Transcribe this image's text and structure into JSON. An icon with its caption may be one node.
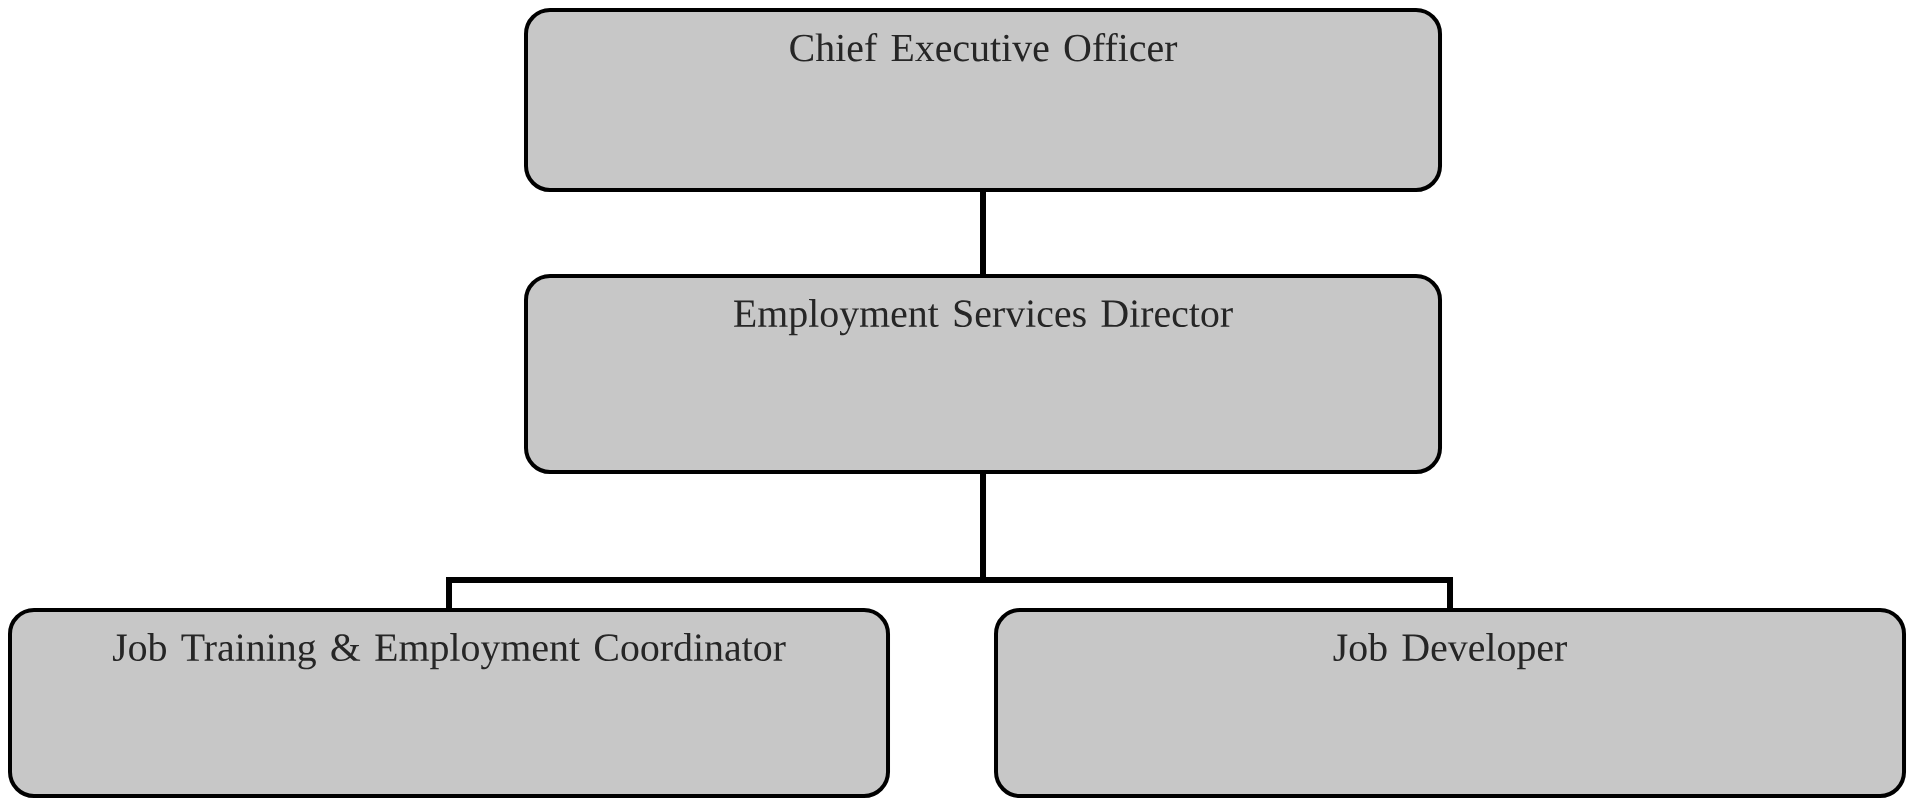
{
  "diagram": {
    "nodes": [
      {
        "text": [
          "Chief Executive Officer"
        ]
      },
      {
        "text": [
          "Employment Services Director"
        ]
      },
      {
        "text": [
          "Job Training & Employment Coordinator"
        ]
      },
      {
        "text": [
          "Job Developer"
        ]
      }
    ],
    "edges": [
      {
        "from": 0,
        "to": 1,
        "arrow": "none"
      },
      {
        "from": 1,
        "to": 2,
        "arrow": "none"
      },
      {
        "from": 1,
        "to": 3,
        "arrow": "none"
      }
    ]
  }
}
